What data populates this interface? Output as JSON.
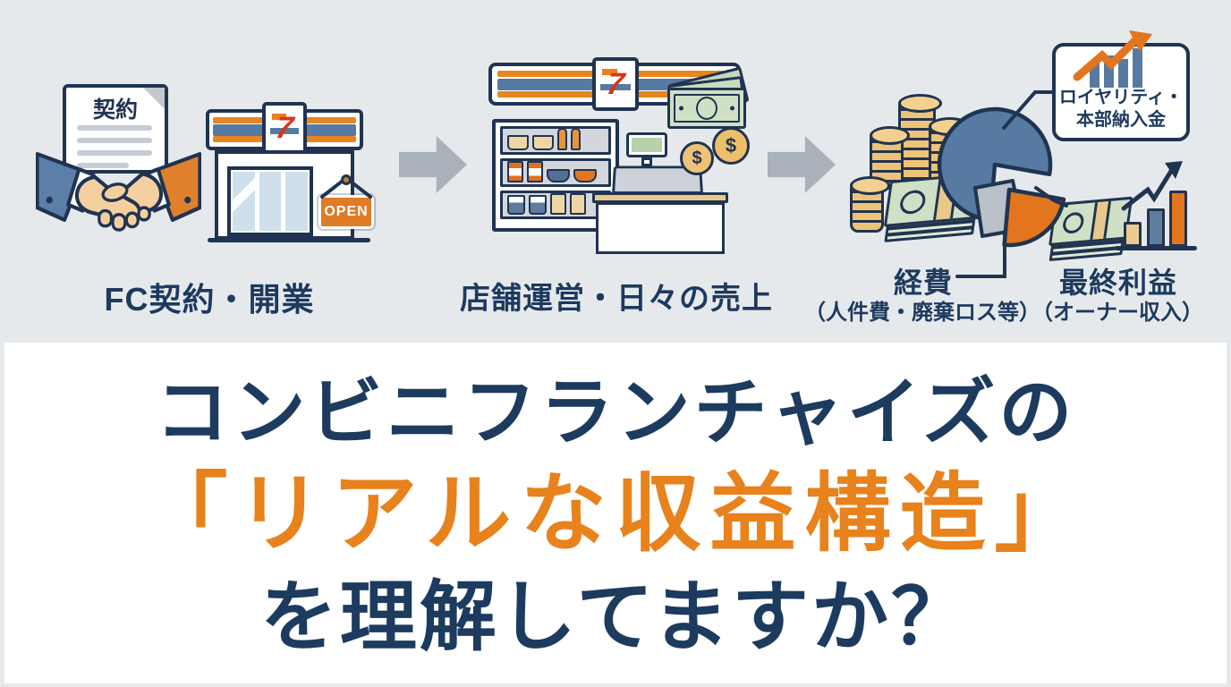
{
  "colors": {
    "background": "#e6e9ec",
    "panel": "#ffffff",
    "navy": "#1d3a5f",
    "outline_navy": "#203451",
    "orange": "#e8821c",
    "blue": "#567aa2",
    "gold": "#eec377",
    "bill_green": "#cfe0c6",
    "arrow_gray": "#a9b2ba",
    "seven_red": "#d8341c"
  },
  "flow": {
    "stage1": {
      "label": "FC契約・開業",
      "contract_title": "契約",
      "seven_logo": "7",
      "open_sign": "OPEN"
    },
    "stage2": {
      "label": "店舗運営・日々の売上",
      "seven_logo": "7",
      "coin_symbol": "$"
    },
    "stage3": {
      "royalty_line1": "ロイヤリティ・",
      "royalty_line2": "本部納入金",
      "expense_label": "経費",
      "expense_sub": "（人件費・廃棄ロス等）",
      "profit_label": "最終利益",
      "profit_sub": "（オーナー収入）"
    }
  },
  "title": {
    "line1": "コンビニフランチャイズの",
    "line2": "「リアルな収益構造」",
    "line3": "を理解してますか？"
  }
}
